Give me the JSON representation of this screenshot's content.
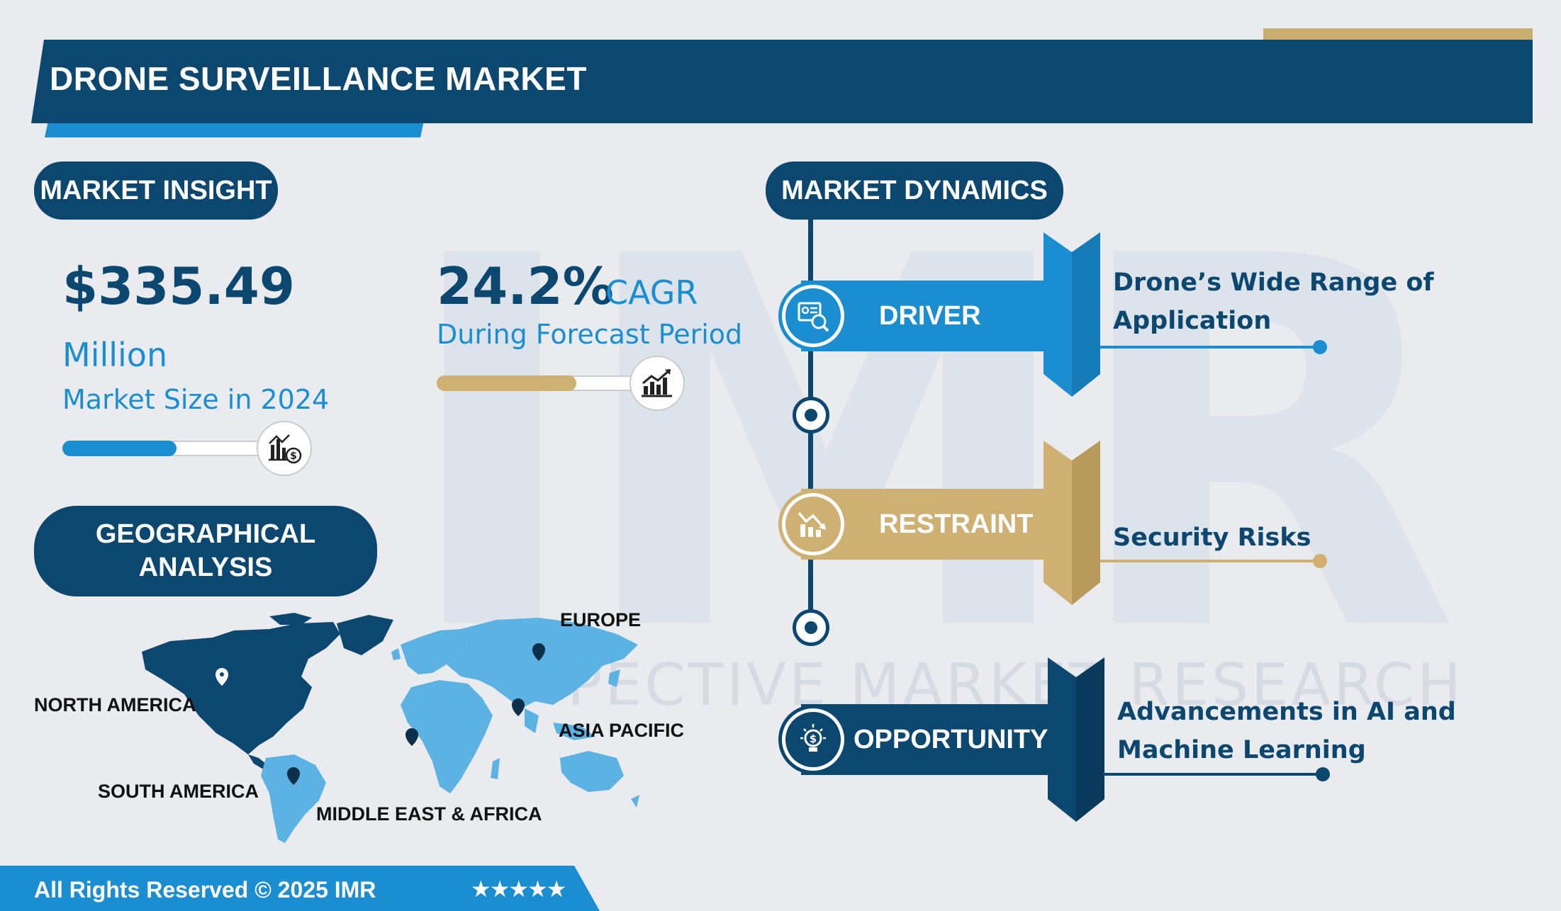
{
  "header": {
    "title": "DRONE SURVEILLANCE MARKET"
  },
  "insight": {
    "section_label": "MARKET INSIGHT",
    "market_value": "$335.49",
    "market_unit": "Million",
    "market_label": "Market Size in 2024",
    "market_bar_fill": 0.52,
    "cagr_value": "24.2%",
    "cagr_word": "CAGR",
    "cagr_label": "During Forecast Period",
    "cagr_bar_fill": 0.68
  },
  "geo": {
    "section_label": "GEOGRAPHICAL ANALYSIS",
    "regions": {
      "north_america": "NORTH AMERICA",
      "south_america": "SOUTH AMERICA",
      "middle_east_africa": "MIDDLE EAST & AFRICA",
      "europe": "EUROPE",
      "asia_pacific": "ASIA PACIFIC"
    }
  },
  "dynamics": {
    "section_label": "MARKET DYNAMICS",
    "driver": {
      "label": "DRIVER",
      "text": "Drone’s Wide Range of Application"
    },
    "restraint": {
      "label": "RESTRAINT",
      "text": "Security Risks"
    },
    "opportunity": {
      "label": "OPPORTUNITY",
      "text": "Advancements in AI and Machine Learning"
    }
  },
  "colors": {
    "navy": "#0c476f",
    "blue": "#1a8ed0",
    "gold": "#cdb072",
    "map_light": "#5bb2e3"
  },
  "footer": {
    "copyright": "All Rights Reserved © 2025 IMR",
    "stars": "★★★★★"
  }
}
